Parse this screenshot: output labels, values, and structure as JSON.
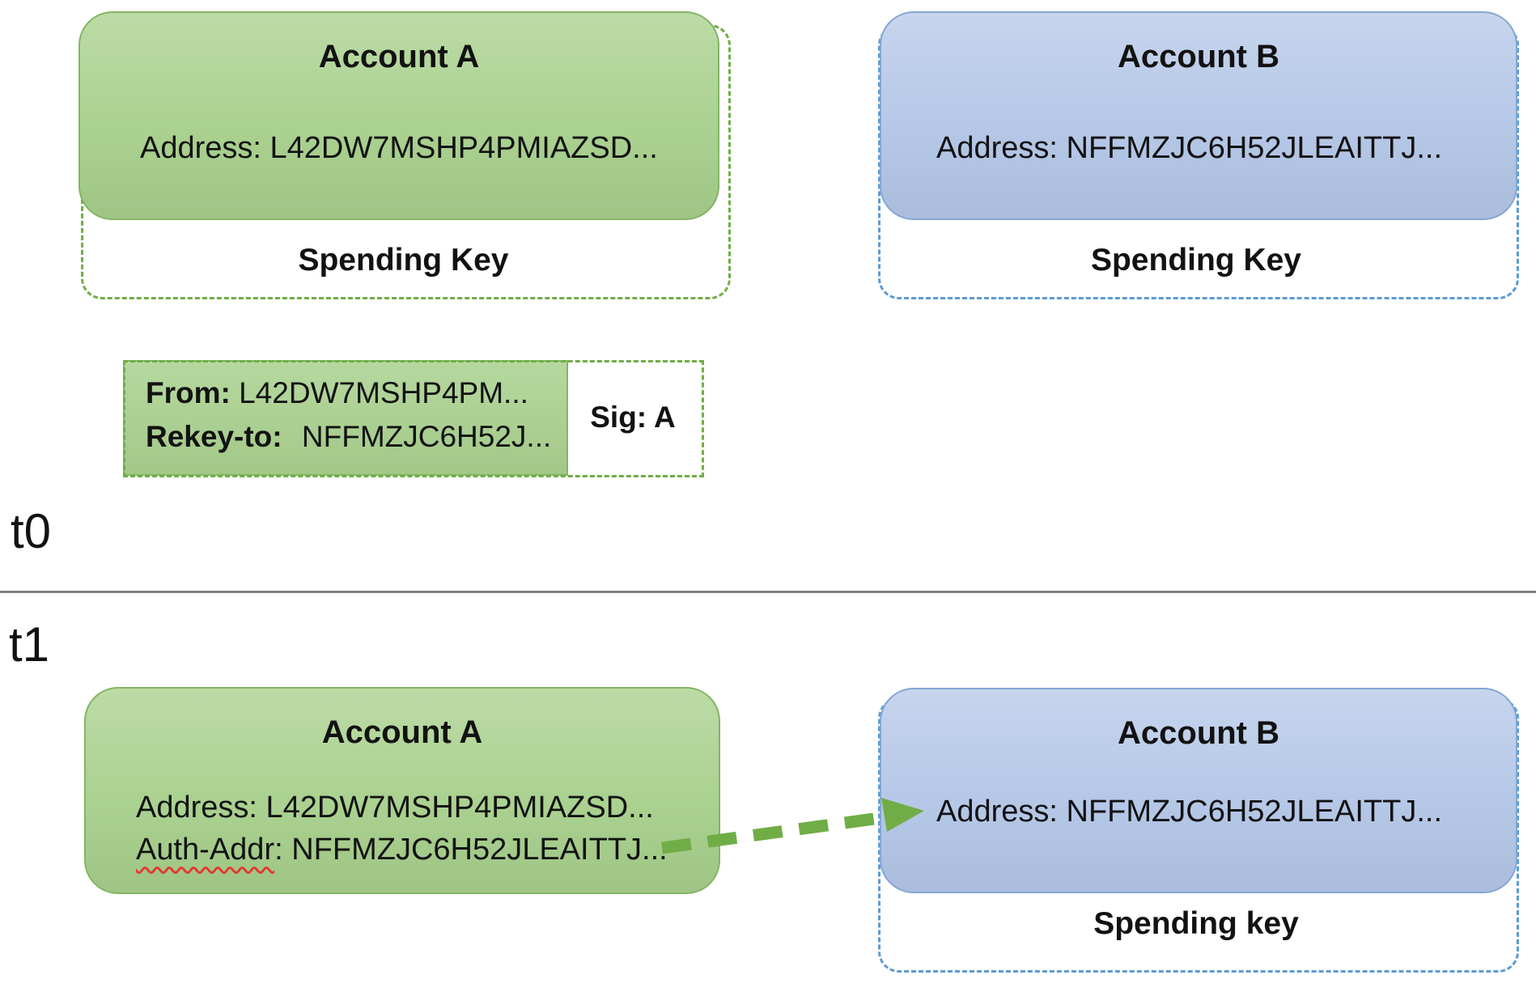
{
  "colors": {
    "green_fill": "#a9d18e",
    "green_edge": "#84b565",
    "green_dash": "#70ad47",
    "blue_fill": "#b4c7e7",
    "blue_edge": "#84a7d4",
    "blue_dash": "#5b9bd5",
    "arrow_green": "#70ad47",
    "divider_gray": "#7f7f7f",
    "squiggle_red": "#e03c31"
  },
  "t0": {
    "label": "t0",
    "account_a": {
      "title": "Account A",
      "address": "Address: L42DW7MSHP4PMIAZSD...",
      "spending_key": "Spending Key"
    },
    "account_b": {
      "title": "Account B",
      "address": "Address: NFFMZJC6H52JLEAITTJ...",
      "spending_key": "Spending Key"
    },
    "transaction": {
      "from_label": "From:",
      "from_value": "L42DW7MSHP4PM...",
      "rekey_label": "Rekey-to:",
      "rekey_value": "NFFMZJC6H52J...",
      "sig": "Sig: A"
    }
  },
  "t1": {
    "label": "t1",
    "account_a": {
      "title": "Account A",
      "address": "Address: L42DW7MSHP4PMIAZSD...",
      "auth_addr_word": "Auth-Addr",
      "auth_addr_rest": ": NFFMZJC6H52JLEAITTJ..."
    },
    "account_b": {
      "title": "Account B",
      "address": "Address: NFFMZJC6H52JLEAITTJ...",
      "spending_key": "Spending key"
    }
  }
}
